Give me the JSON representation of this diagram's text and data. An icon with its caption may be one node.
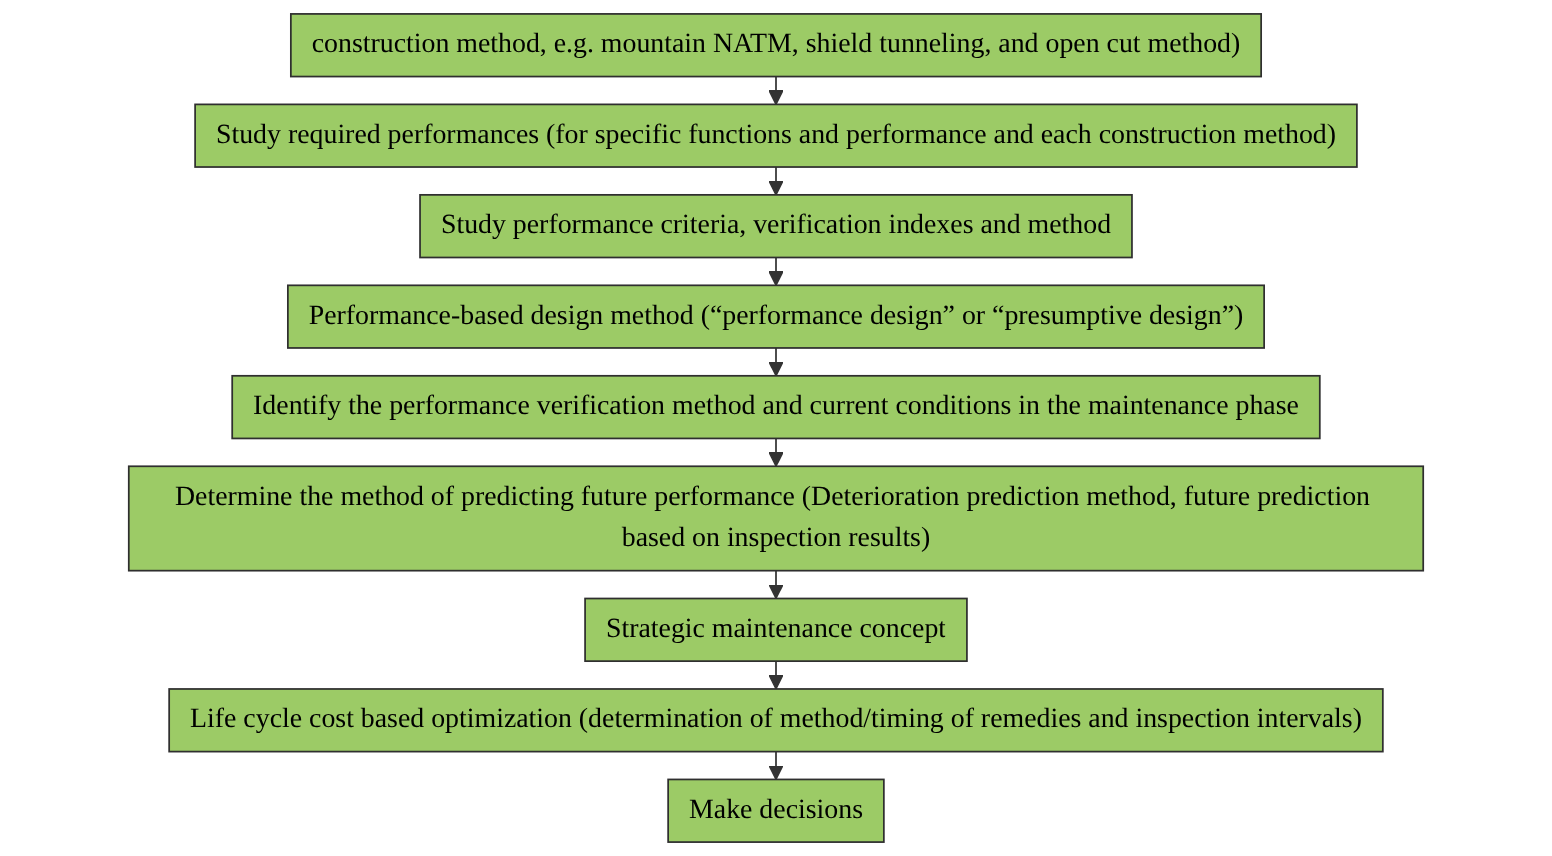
{
  "diagram": {
    "nodes": [
      {
        "text": [
          "construction method, e.g. mountain NATM, shield tunneling, and open cut method)"
        ]
      },
      {
        "text": [
          "Study required performances (for specific functions and performance and each construction method)"
        ]
      },
      {
        "text": [
          "Study performance criteria, verification indexes and method"
        ]
      },
      {
        "text": [
          "Performance-based design method (“performance design” or “presumptive design”)"
        ]
      },
      {
        "text": [
          "Identify the performance verification method and current conditions in the maintenance phase"
        ]
      },
      {
        "text": [
          "Determine the method of predicting future performance (Deterioration prediction method, future prediction based on inspection results)"
        ]
      },
      {
        "text": [
          "Strategic maintenance concept"
        ]
      },
      {
        "text": [
          "Life cycle cost based optimization (determination of method/timing of remedies and inspection intervals)"
        ]
      },
      {
        "text": [
          "Make decisions"
        ]
      }
    ],
    "edges": [
      {
        "from": 0,
        "to": 1,
        "arrow": "to"
      },
      {
        "from": 1,
        "to": 2,
        "arrow": "to"
      },
      {
        "from": 2,
        "to": 3,
        "arrow": "to"
      },
      {
        "from": 3,
        "to": 4,
        "arrow": "to"
      },
      {
        "from": 4,
        "to": 5,
        "arrow": "to"
      },
      {
        "from": 5,
        "to": 6,
        "arrow": "to"
      },
      {
        "from": 6,
        "to": 7,
        "arrow": "to"
      },
      {
        "from": 7,
        "to": 8,
        "arrow": "to"
      }
    ]
  }
}
